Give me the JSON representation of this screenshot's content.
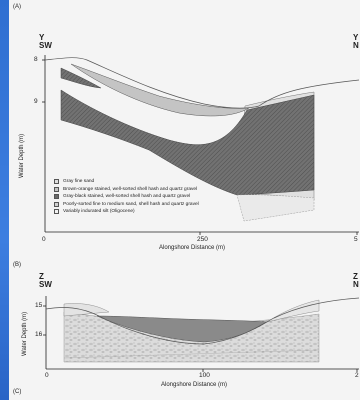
{
  "panel_a": {
    "letter": "(A)",
    "left_label_line1": "Y",
    "left_label_line2": "SW",
    "right_label_line1": "Y",
    "right_label_line2": "N",
    "y_ticks": [
      "8",
      "9"
    ],
    "x_ticks": [
      "0",
      "250",
      "5"
    ],
    "x_axis_title": "Alongshore Distance (m)",
    "y_axis_title": "Water Depth (m)"
  },
  "legend": {
    "items": [
      {
        "label": "Gray fine sand",
        "color": "#e0e0e0"
      },
      {
        "label": "Brown-orange stained, well-sorted shell hash and quartz gravel",
        "color": "#c4c4c4"
      },
      {
        "label": "Gray-black stained, well-sorted shell hash and quartz gravel",
        "color": "#6a6a6a"
      },
      {
        "label": "Poorly-sorted fine to medium sand, shell hash and quartz gravel",
        "color": "#d2d2d2"
      },
      {
        "label": "Variably indurated silt (Oligocene)",
        "color": "#f2f2f2"
      }
    ]
  },
  "panel_b": {
    "letter": "(B)",
    "left_label_line1": "Z",
    "left_label_line2": "SW",
    "right_label_line1": "Z",
    "right_label_line2": "N",
    "y_ticks": [
      "15",
      "16"
    ],
    "x_ticks": [
      "0",
      "100",
      "2"
    ],
    "x_axis_title": "Alongshore Distance (m)",
    "y_axis_title": "Water Depth (m)"
  },
  "panel_c": {
    "letter": "(C)"
  }
}
